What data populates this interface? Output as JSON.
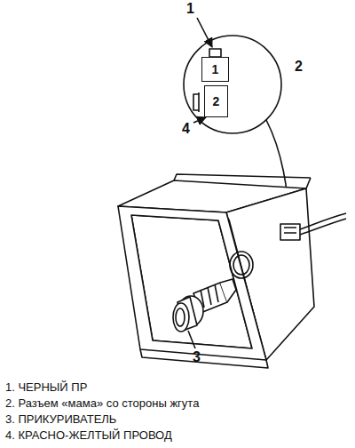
{
  "diagram": {
    "nodes": [
      {
        "text": [
          "1"
        ]
      },
      {
        "text": [
          "2"
        ]
      }
    ],
    "labels": [
      "1",
      "2",
      "4",
      "3",
      "1. ЧЕРНЫЙ ПР",
      "2. Разъем «мама» со стороны жгута",
      "3. ПРИКУРИВАТЕЛЬ",
      "4. КРАСНО-ЖЕЛТЫЙ ПРОВОД"
    ]
  }
}
